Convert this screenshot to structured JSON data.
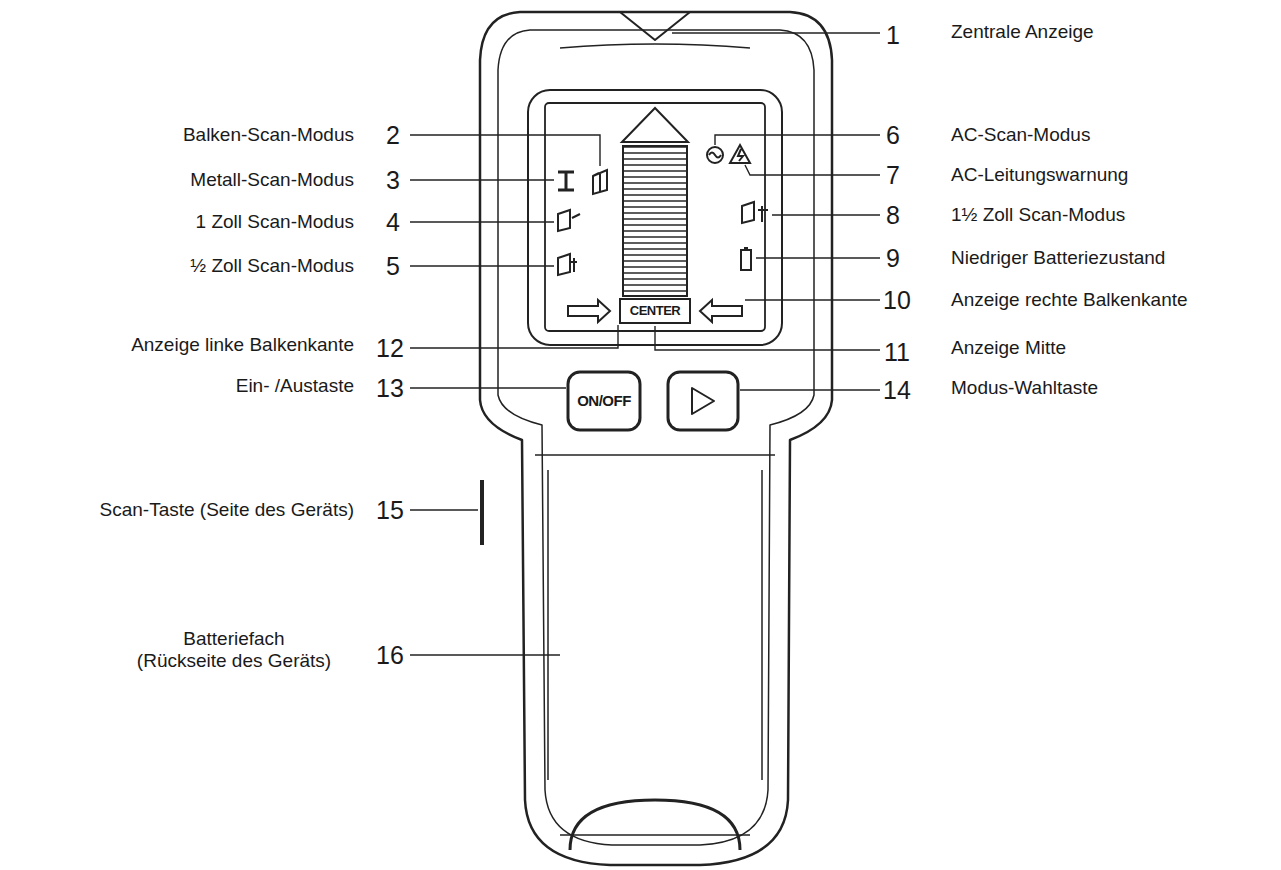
{
  "diagram": {
    "labels": [
      "1",
      "Zentrale Anzeige",
      "2",
      "Balken-Scan-Modus",
      "3",
      "Metall-Scan-Modus",
      "4",
      "1 Zoll Scan-Modus",
      "5",
      "½ Zoll Scan-Modus",
      "6",
      "AC-Scan-Modus",
      "7",
      "AC-Leitungswarnung",
      "8",
      "1½ Zoll Scan-Modus",
      "9",
      "Niedriger Batteriezustand",
      "10",
      "Anzeige rechte Balkenkante",
      "12",
      "Anzeige linke Balkenkante",
      "11",
      "Anzeige Mitte",
      "13",
      "Ein- /Austaste",
      "14",
      "Modus-Wahltaste",
      "15",
      "Scan-Taste (Seite des Geräts)",
      "16",
      "Batteriefach (Rückseite des Geräts)",
      "CENTER",
      "ON/OFF"
    ]
  }
}
